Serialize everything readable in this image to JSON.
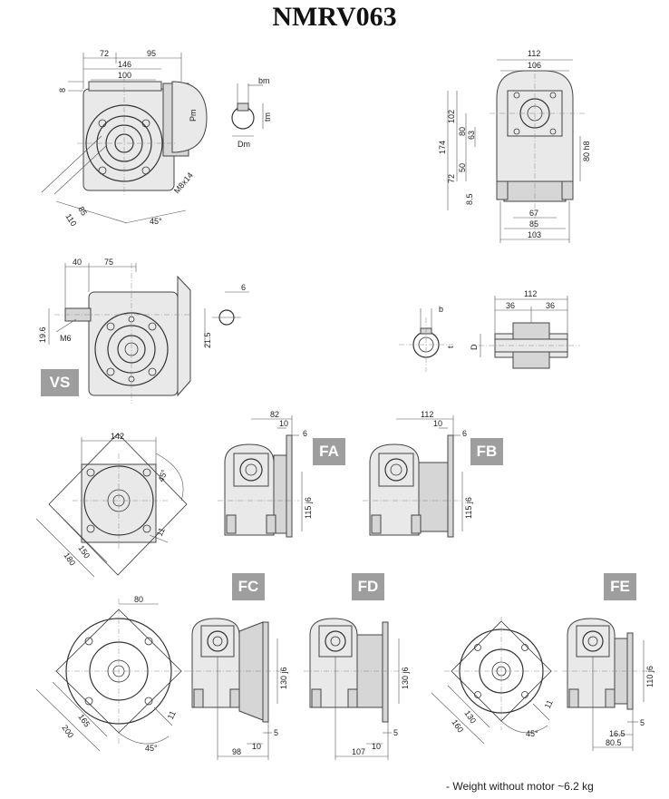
{
  "title": "NMRV063",
  "weight_note": "- Weight without motor ~6.2 kg",
  "badges": {
    "vs": "VS",
    "fa": "FA",
    "fb": "FB",
    "fc": "FC",
    "fd": "FD",
    "fe": "FE"
  },
  "dims": {
    "d72": "72",
    "d95": "95",
    "d146": "146",
    "d100": "100",
    "d8": "8",
    "d85": "85",
    "d110": "110",
    "m8x14": "M8x14",
    "a45": "45°",
    "pm": "Pm",
    "bm": "bm",
    "tm": "tm",
    "dm": "Dm",
    "r112": "112",
    "r106": "106",
    "r174": "174",
    "r102": "102",
    "r80": "80",
    "r63": "63",
    "r50": "50",
    "r72": "72",
    "r85b": "8.5",
    "r80h8": "80 h8",
    "r67": "67",
    "r85": "85",
    "r103": "103",
    "v40": "40",
    "v75": "75",
    "v196": "19.6",
    "vm6": "M6",
    "v6": "6",
    "v215": "21.5",
    "s112": "112",
    "s36a": "36",
    "s36b": "36",
    "sb": "b",
    "st": "t",
    "sd": "D",
    "fa142": "142",
    "fa45": "45°",
    "fa150": "150",
    "fa180": "180",
    "fa11": "11",
    "fa82": "82",
    "fa10": "10",
    "fa6": "6",
    "fa115": "115 j6",
    "fb112": "112",
    "fb10": "10",
    "fb6": "6",
    "fb115": "115 j6",
    "fc80": "80",
    "fc165": "165",
    "fc200": "200",
    "fc11": "11",
    "fc45": "45°",
    "fc130": "130 j6",
    "fc5": "5",
    "fc10": "10",
    "fc98": "98",
    "fd130": "130 j6",
    "fd5": "5",
    "fd10": "10",
    "fd107": "107",
    "fe130": "130",
    "fe160": "160",
    "fe11": "11",
    "fe45": "45°",
    "fe110": "110 j6",
    "fe5": "5",
    "fe165": "16.5",
    "fe805": "80.5"
  }
}
